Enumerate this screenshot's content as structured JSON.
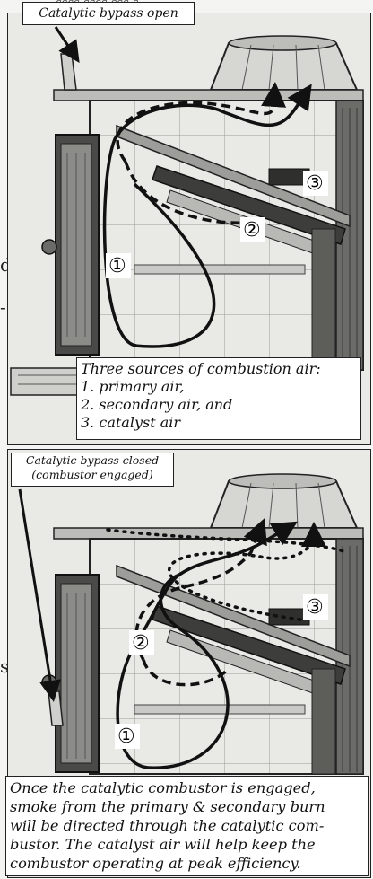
{
  "top_panel": {
    "bypass_label": "Catalytic bypass open",
    "legend_lines": [
      "Three sources of combustion air:",
      "1. primary air,",
      "2. secondary air, and",
      "3. catalyst air"
    ],
    "markers": [
      "①",
      "②",
      "③"
    ]
  },
  "bottom_panel": {
    "bypass_label_lines": [
      "Catalytic bypass closed",
      "(combustor engaged)"
    ],
    "caption_lines": [
      "Once the catalytic combustor is engaged,",
      "smoke from the primary & secondary burn",
      "will be directed through the catalytic com-",
      "bustor. The catalyst air will help keep the",
      "combustor operating at peak efficiency."
    ],
    "markers": [
      "①",
      "②",
      "③"
    ]
  },
  "colors": {
    "line": "#111111",
    "stove_fill": "#cfcfcc",
    "dark": "#2b2b2b",
    "panel_bg": "#e9e9e6"
  }
}
